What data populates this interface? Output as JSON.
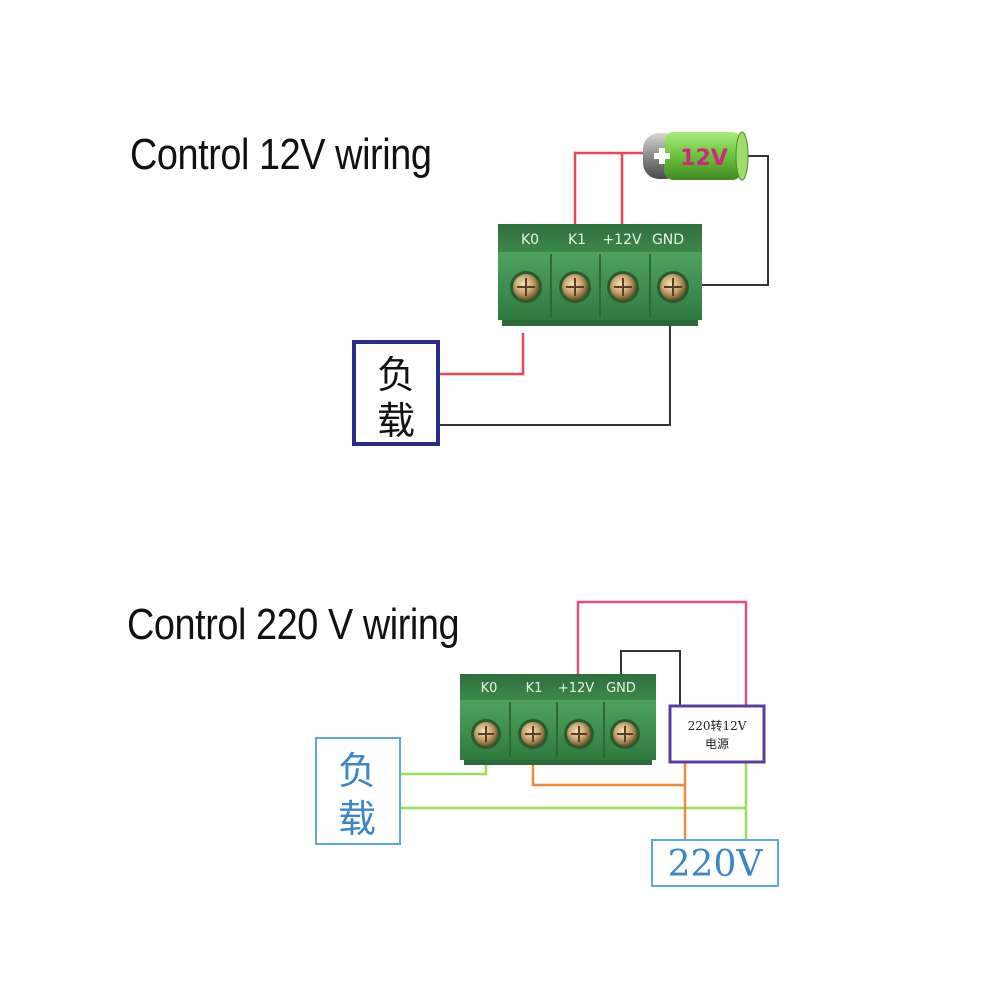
{
  "colors": {
    "wire_red": "#e8455a",
    "wire_pink": "#e0507a",
    "wire_black": "#333333",
    "wire_green": "#9adf5a",
    "wire_orange": "#ef8a3c",
    "terminal_green": "#3f8e4f",
    "load_box_border_1": "#2a2a8a",
    "load_box_border_2": "#5ea8dc",
    "psu_box_border": "#5b3fa0",
    "battery_green": "#7cd04a",
    "battery_label_color": "#d0287a"
  },
  "diagram_12v": {
    "title": "Control 12V wiring",
    "terminals": [
      "K0",
      "K1",
      "+12V",
      "GND"
    ],
    "battery_label": "12V",
    "battery_icon": "battery-icon",
    "load_chars": [
      "负",
      "载"
    ]
  },
  "diagram_220v": {
    "title": "Control 220 V wiring",
    "terminals": [
      "K0",
      "K1",
      "+12V",
      "GND"
    ],
    "psu_label_line1": "220转12V",
    "psu_label_line2": "电源",
    "load_chars": [
      "负",
      "载"
    ],
    "mains_label": "220V"
  }
}
